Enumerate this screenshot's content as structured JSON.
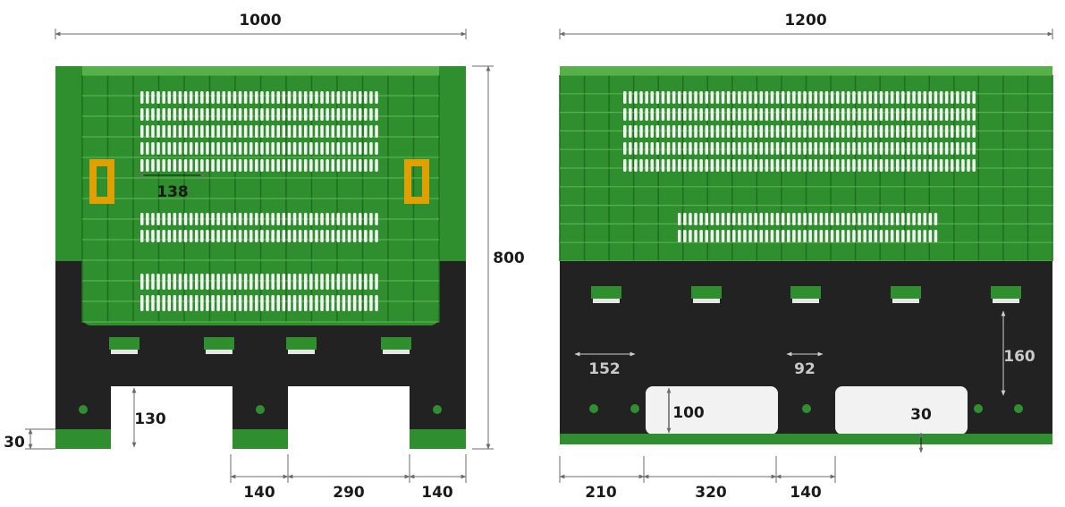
{
  "colors": {
    "green": "#2f8f2f",
    "green_dark": "#1f6e1f",
    "green_light": "#57b04a",
    "base": "#222222",
    "handle": "#e0a100",
    "slot": "#f2f2f2",
    "dim_line": "#6b6b6b"
  },
  "left_view": {
    "width_label": "1000",
    "height_label": "800",
    "inner_label": "138",
    "opening_height_label": "130",
    "foot_height_label": "30",
    "bottom_labels": [
      "140",
      "290",
      "140"
    ]
  },
  "right_view": {
    "width_label": "1200",
    "side_label": "152",
    "center_label": "92",
    "base_height_label": "160",
    "opening_height_label": "100",
    "foot_height_label": "30",
    "bottom_labels": [
      "210",
      "320",
      "140"
    ]
  }
}
